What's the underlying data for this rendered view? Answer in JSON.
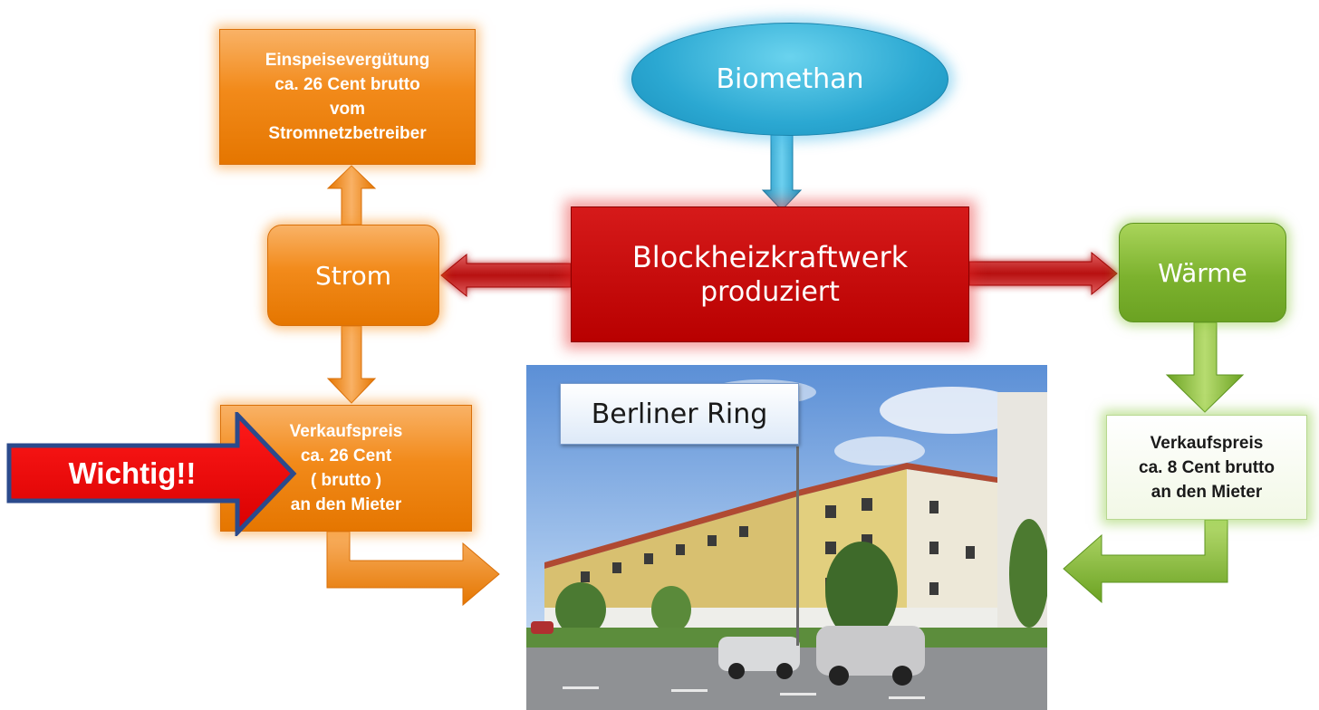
{
  "diagram": {
    "source": {
      "label": "Biomethan"
    },
    "plant": {
      "line1": "Blockheizkraftwerk",
      "line2": "produziert"
    },
    "electricity": {
      "label": "Strom"
    },
    "feed_in": {
      "lines": [
        "Einspeisevergütung",
        "ca. 26 Cent brutto",
        "vom",
        "Stromnetzbetreiber"
      ]
    },
    "electricity_sale": {
      "lines": [
        "Verkaufspreis",
        "ca. 26 Cent",
        "( brutto )",
        "an den Mieter"
      ]
    },
    "heat": {
      "label": "Wärme"
    },
    "heat_sale": {
      "lines": [
        "Verkaufspreis",
        "ca. 8 Cent brutto",
        "an den Mieter"
      ]
    },
    "photo": {
      "label": "Berliner Ring"
    },
    "callout": {
      "label": "Wichtig!!"
    }
  },
  "colors": {
    "electricity": "#f28a1a",
    "plant": "#c40000",
    "heat": "#7cb22e",
    "source": "#2ba8d2",
    "callout": "#e00000"
  }
}
